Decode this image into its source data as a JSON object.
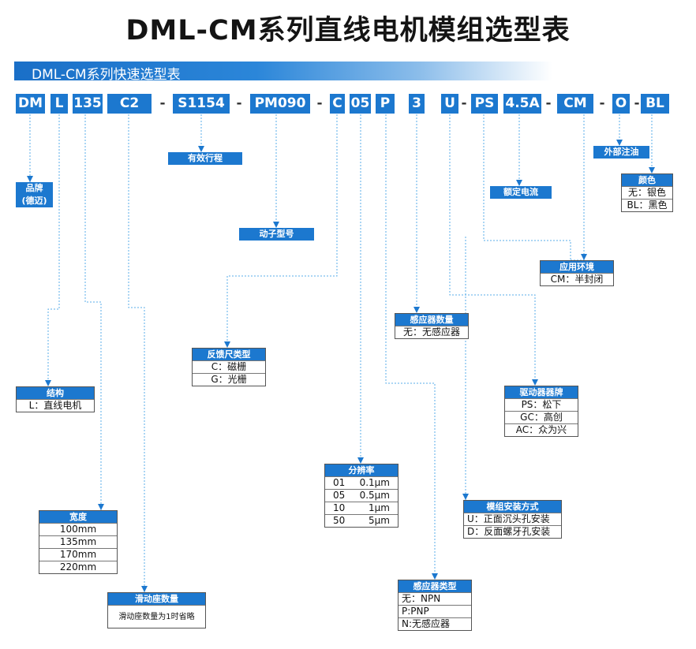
{
  "page_title": "DML-CM系列直线电机模组选型表",
  "banner": "DML-CM系列快速选型表",
  "codes": [
    "DM",
    "L",
    "135",
    "C2",
    "S1154",
    "PM090",
    "C",
    "05",
    "P",
    "3",
    "U",
    "PS",
    "4.5A",
    "CM",
    "O",
    "BL"
  ],
  "separator": "-",
  "labels": {
    "brand": [
      "品牌",
      "(德迈)"
    ],
    "stroke": "有效行程",
    "mover": "动子型号",
    "current": "额定电流",
    "oil": "外部注油"
  },
  "tables": {
    "color": {
      "title": "颜色",
      "rows": [
        "无：银色",
        "BL：黑色"
      ]
    },
    "environment": {
      "title": "应用环境",
      "rows": [
        "CM：半封闭"
      ]
    },
    "sensor_qty": {
      "title": "感应器数量",
      "rows": [
        "无：无感应器"
      ]
    },
    "feedback": {
      "title": "反馈尺类型",
      "rows": [
        "C：磁栅",
        "G：光栅"
      ]
    },
    "structure": {
      "title": "结构",
      "rows": [
        "L：直线电机"
      ]
    },
    "driver": {
      "title": "驱动器器牌",
      "rows": [
        "PS：松下",
        "GC：高创",
        "AC：众为兴"
      ]
    },
    "resolution": {
      "title": "分辨率",
      "rows": [
        [
          "01",
          "0.1μm"
        ],
        [
          "05",
          "0.5μm"
        ],
        [
          "10",
          "1μm"
        ],
        [
          "50",
          "5μm"
        ]
      ]
    },
    "mounting": {
      "title": "模组安装方式",
      "rows": [
        "U：正面沉头孔安装",
        "D：反面螺牙孔安装"
      ]
    },
    "width": {
      "title": "宽度",
      "rows": [
        "100mm",
        "135mm",
        "170mm",
        "220mm"
      ]
    },
    "slider": {
      "title": "滑动座数量",
      "rows": [
        "滑动座数量为1时省略"
      ]
    },
    "sensor_type": {
      "title": "感应器类型",
      "rows": [
        "无：NPN",
        "P:PNP",
        "N:无感应器"
      ]
    }
  },
  "colors": {
    "accent": "#1c78cf",
    "connector": "#5aaee8"
  }
}
